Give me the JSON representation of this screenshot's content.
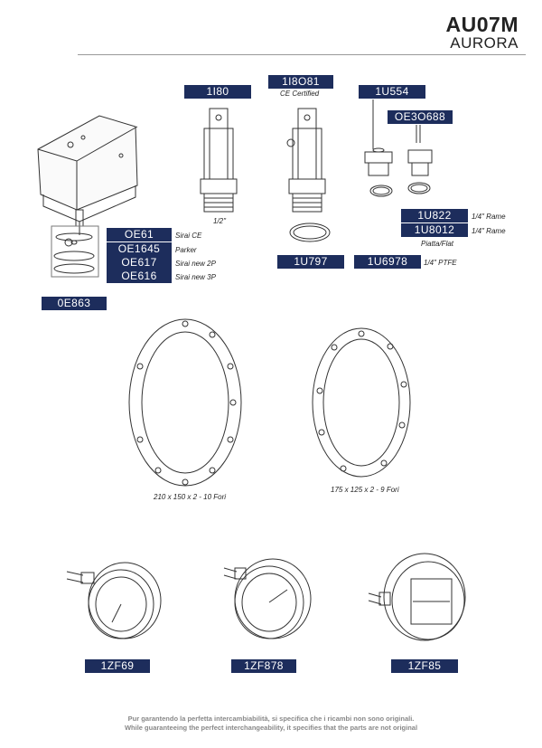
{
  "header": {
    "model": "AU07M",
    "brand": "AURORA"
  },
  "codes": {
    "c1I80": "1I80",
    "c1I8O81": "1I8O81",
    "c1U554": "1U554",
    "cOE3O688": "OE3O688",
    "cOE61": "OE61",
    "cOE1645": "OE1645",
    "cOE617": "OE617",
    "cOE616": "OE616",
    "c0E863": "0E863",
    "c1U797": "1U797",
    "c1U6978": "1U6978",
    "c1U822": "1U822",
    "c1U8012": "1U8012",
    "c1ZF69": "1ZF69",
    "c1ZF878": "1ZF878",
    "c1ZF85": "1ZF85"
  },
  "notes": {
    "ce_certified": "CE Certified",
    "half_inch": "1/2\"",
    "sirai_ce": "Sirai CE",
    "parker": "Parker",
    "sirai_new_2p": "Sirai new 2P",
    "sirai_new_3p": "Sirai new 3P",
    "quarter_rame_1": "1/4\" Rame",
    "quarter_rame_2": "1/4\" Rame",
    "piatta_flat": "Piatta/Flat",
    "quarter_ptfe": "1/4\" PTFE",
    "gasket_large": "210 x 150 x 2 - 10 Fori",
    "gasket_small": "175 x 125 x 2 - 9 Fori"
  },
  "footer": {
    "line_it": "Pur garantendo la perfetta intercambiabilità, si specifica che i ricambi non sono originali.",
    "line_en": "While guaranteeing the perfect interchangeability, it specifies that the parts are not original"
  }
}
